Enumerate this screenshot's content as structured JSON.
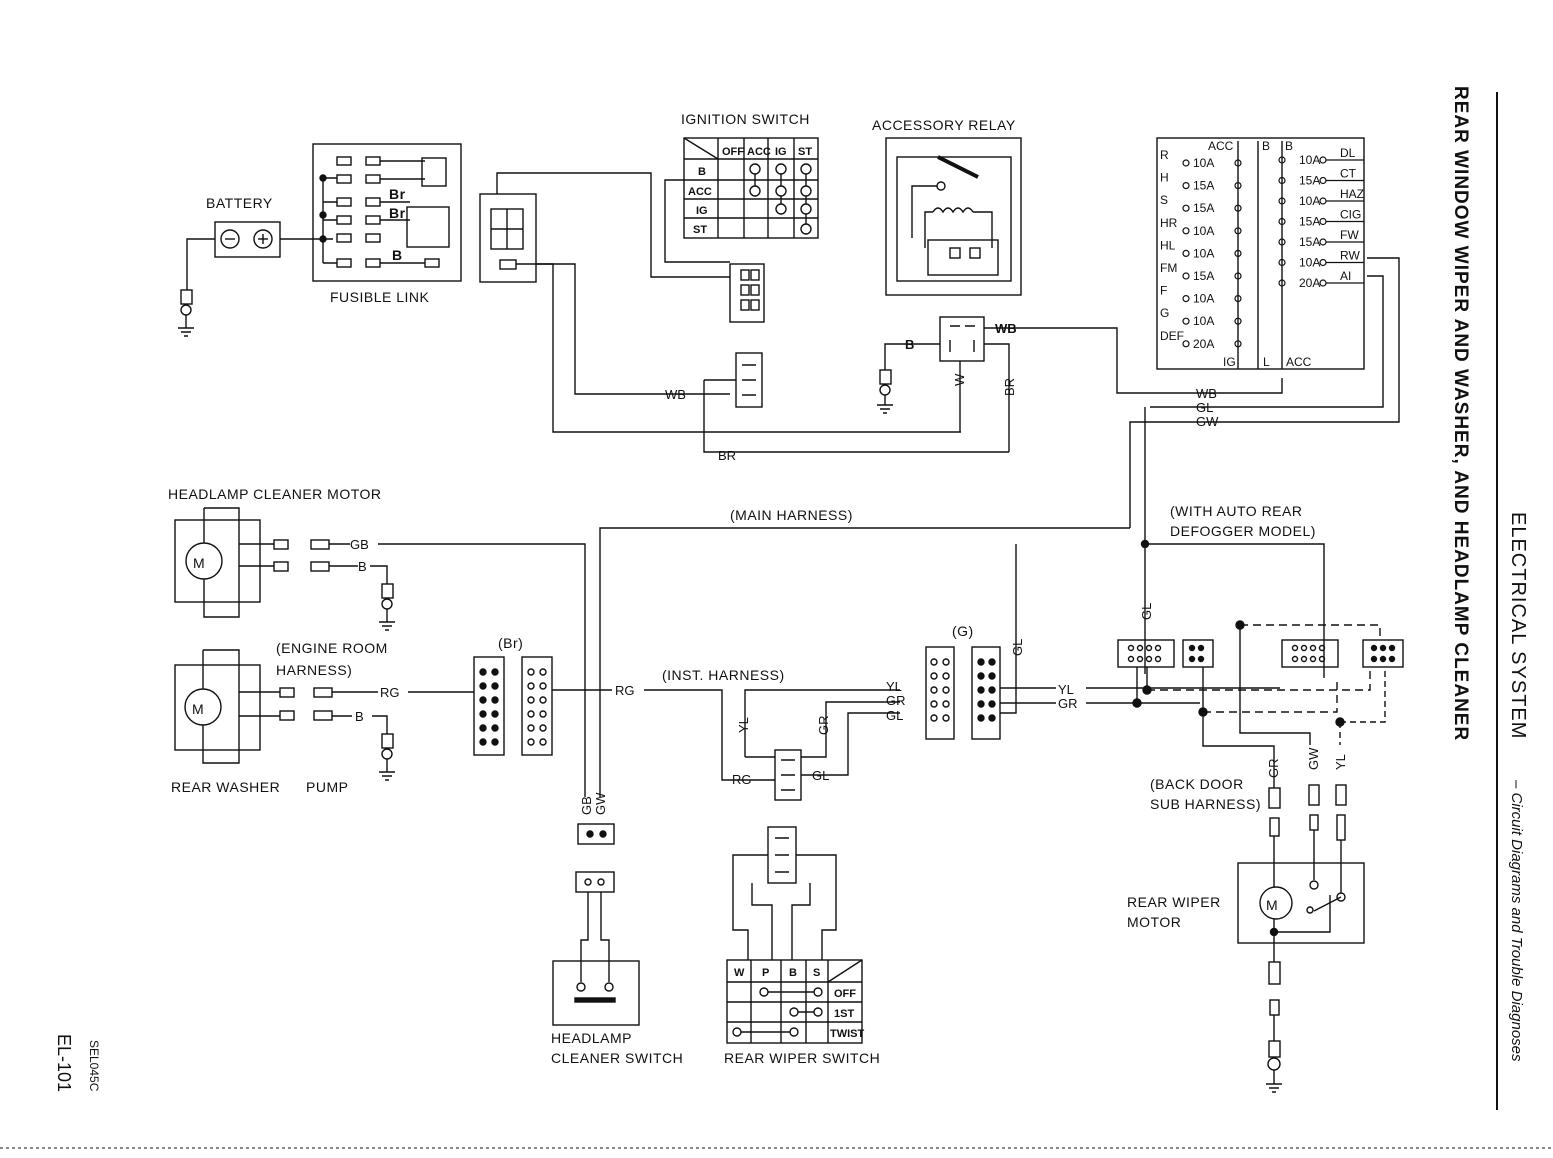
{
  "header": {
    "section": "ELECTRICAL SYSTEM",
    "subtitle": "– Circuit Diagrams and Trouble Diagnoses",
    "title": "REAR WINDOW WIPER AND WASHER, AND HEADLAMP CLEANER"
  },
  "footer": {
    "page_number": "EL-101",
    "figure_code": "SEL045C"
  },
  "components": {
    "battery": "BATTERY",
    "fusible_link": "FUSIBLE LINK",
    "ignition_switch": "IGNITION SWITCH",
    "accessory_relay": "ACCESSORY RELAY",
    "headlamp_cleaner_motor": "HEADLAMP CLEANER MOTOR",
    "engine_room_harness_1": "(ENGINE ROOM",
    "engine_room_harness_2": "HARNESS)",
    "rear_washer_pump": "REAR WASHER",
    "rear_washer_pump_2": "PUMP",
    "main_harness": "(MAIN HARNESS)",
    "inst_harness": "(INST. HARNESS)",
    "br_connector": "(Br)",
    "g_connector": "(G)",
    "auto_defogger_1": "(WITH AUTO REAR",
    "auto_defogger_2": "DEFOGGER MODEL)",
    "back_door_1": "(BACK DOOR",
    "back_door_2": "SUB HARNESS)",
    "rear_wiper_motor_1": "REAR WIPER",
    "rear_wiper_motor_2": "MOTOR",
    "headlamp_cleaner_switch_1": "HEADLAMP",
    "headlamp_cleaner_switch_2": "CLEANER SWITCH",
    "rear_wiper_switch": "REAR WIPER SWITCH",
    "motor_symbol": "M"
  },
  "fusible_link_wires": [
    "Br",
    "Br",
    "B"
  ],
  "ignition_table": {
    "columns": [
      "OFF",
      "ACC",
      "IG",
      "ST"
    ],
    "rows": [
      "B",
      "ACC",
      "IG",
      "ST"
    ]
  },
  "fuse_block": {
    "top_labels": [
      "ACC",
      "B",
      "B"
    ],
    "bottom_labels": [
      "IG",
      "L",
      "ACC"
    ],
    "left": [
      {
        "circuit": "R",
        "rating": "10A"
      },
      {
        "circuit": "H",
        "rating": "15A"
      },
      {
        "circuit": "S",
        "rating": "15A"
      },
      {
        "circuit": "HR",
        "rating": "10A"
      },
      {
        "circuit": "HL",
        "rating": "10A"
      },
      {
        "circuit": "FM",
        "rating": "15A"
      },
      {
        "circuit": "F",
        "rating": "10A"
      },
      {
        "circuit": "G",
        "rating": "10A"
      },
      {
        "circuit": "DEF",
        "rating": "20A"
      }
    ],
    "right": [
      {
        "circuit": "DL",
        "rating": "10A"
      },
      {
        "circuit": "CT",
        "rating": "15A"
      },
      {
        "circuit": "HAZ",
        "rating": "10A"
      },
      {
        "circuit": "CIG",
        "rating": "15A"
      },
      {
        "circuit": "FW",
        "rating": "15A"
      },
      {
        "circuit": "RW",
        "rating": "10A"
      },
      {
        "circuit": "AI",
        "rating": "20A"
      }
    ]
  },
  "wiper_switch_table": {
    "columns": [
      "W",
      "P",
      "B",
      "S"
    ],
    "rows": [
      "OFF",
      "1ST",
      "TWIST"
    ]
  },
  "wires": {
    "wb": "WB",
    "br": "BR",
    "b": "B",
    "w": "W",
    "gl": "GL",
    "gw": "GW",
    "gb": "GB",
    "rg": "RG",
    "yl": "YL",
    "gr": "GR"
  }
}
